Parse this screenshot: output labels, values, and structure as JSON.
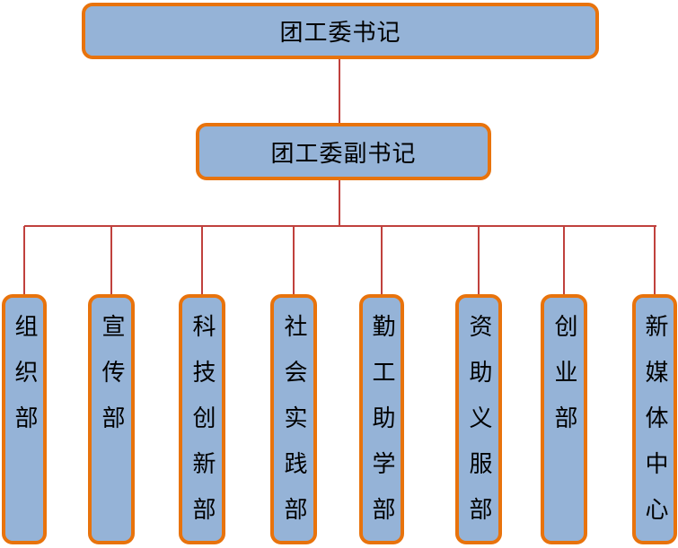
{
  "org_chart": {
    "root": {
      "label": "团工委书记"
    },
    "deputy": {
      "label": "团工委副书记"
    },
    "departments": [
      {
        "label": "组织部"
      },
      {
        "label": "宣传部"
      },
      {
        "label": "科技创新部"
      },
      {
        "label": "社会实践部"
      },
      {
        "label": "勤工助学部"
      },
      {
        "label": "资助义服部"
      },
      {
        "label": "创业部"
      },
      {
        "label": "新媒体中心"
      }
    ],
    "colors": {
      "box_fill": "#95B3D7",
      "box_border": "#E8730C",
      "connector_line": "#C0413D",
      "text": "#000000",
      "background": "#FFFFFF"
    }
  }
}
